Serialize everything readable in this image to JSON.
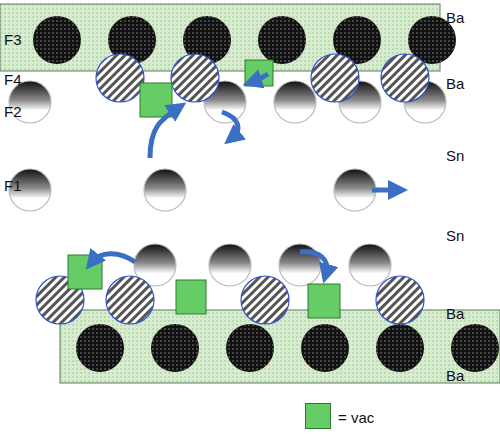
{
  "diagram": {
    "labels": [
      "Ba",
      "F3",
      "F4",
      "Ba",
      "F2",
      "Sn",
      "F1",
      "Sn",
      "Ba",
      "Ba"
    ],
    "legend": [
      {
        "text": "= vac",
        "color": "#66cc66"
      }
    ]
  }
}
